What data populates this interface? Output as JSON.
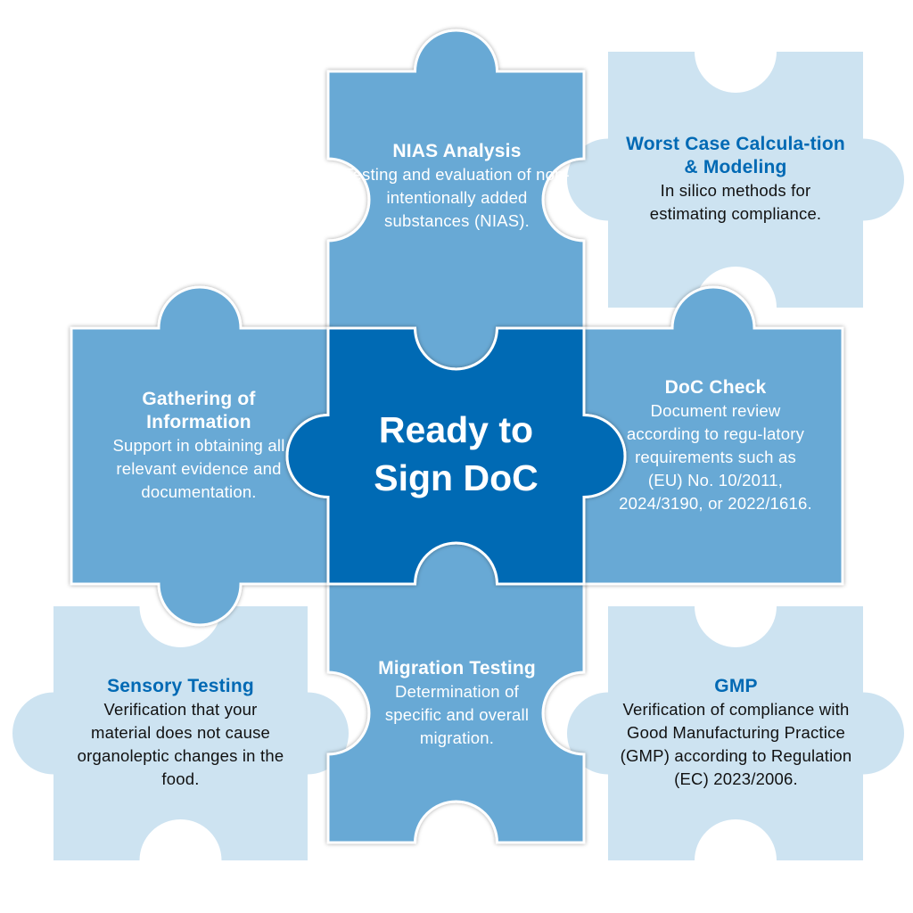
{
  "colors": {
    "center": "#006bb4",
    "mid": "#67a9d5",
    "light": "#cde3f1",
    "title_blue": "#0069b4"
  },
  "center": {
    "line1": "Ready to",
    "line2": "Sign DoC"
  },
  "pieces": {
    "nias": {
      "title": "NIAS Analysis",
      "body": "Testing and evaluation of non-intentionally added substances (NIAS)."
    },
    "worst_case": {
      "title": "Worst Case Calcula-tion & Modeling",
      "body": "In silico methods for estimating compliance."
    },
    "gathering": {
      "title": "Gathering of Information",
      "body": "Support in obtaining all relevant evidence and documentation."
    },
    "doc_check": {
      "title": "DoC Check",
      "body": "Document review according to regu-latory requirements such as (EU) No. 10/2011, 2024/3190, or 2022/1616."
    },
    "sensory": {
      "title": "Sensory Testing",
      "body": "Verification that your material does not cause organoleptic changes in the food."
    },
    "migration": {
      "title": "Migration Testing",
      "body": "Determination of specific and overall migration."
    },
    "gmp": {
      "title": "GMP",
      "body": "Verification of compliance with Good Manufacturing Practice (GMP) according to Regulation (EC) 2023/2006."
    }
  }
}
